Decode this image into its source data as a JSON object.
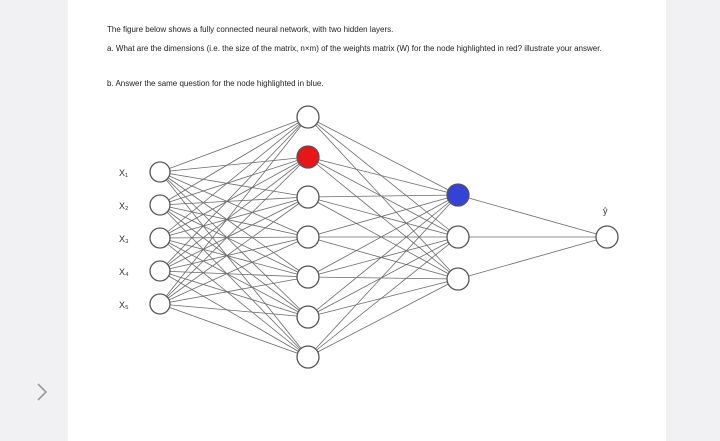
{
  "text": {
    "intro": "The figure below shows a fully connected neural network, with two hidden layers.",
    "question_a": "a. What are the dimensions (i.e. the size of the matrix, n×m) of the weights matrix (W) for the node highlighted in red? illustrate your answer.",
    "question_b": "b. Answer the same question for the node highlighted in blue."
  },
  "network": {
    "input_labels": [
      "X₁",
      "X₂",
      "X₃",
      "X₄",
      "X₅"
    ],
    "output_label": "ŷ",
    "layers": [
      5,
      7,
      3,
      1
    ],
    "highlight": {
      "red": {
        "layer": 1,
        "index": 1
      },
      "blue": {
        "layer": 2,
        "index": 0
      }
    },
    "colors": {
      "red": "#e8151b",
      "blue": "#3442d6",
      "node_fill": "#ffffff",
      "node_stroke": "#555555",
      "edge": "#6a6a6a"
    }
  },
  "icons": {
    "side_nav": "chevron-right-icon"
  }
}
